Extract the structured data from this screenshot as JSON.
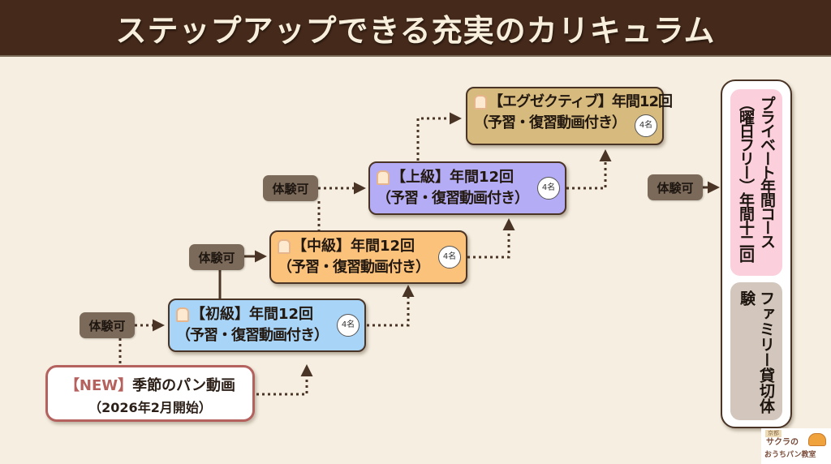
{
  "header": {
    "title": "ステップアップできる充実のカリキュラム"
  },
  "trial_label": "体験可",
  "new_course": {
    "prefix": "【NEW】",
    "title": "季節のパン動画",
    "subtitle": "（2026年2月開始）"
  },
  "courses": [
    {
      "level": "【初級】",
      "sessions": "年間12回",
      "note": "（予習・復習動画付き）",
      "capacity": "4名",
      "color": "#a8d4f7"
    },
    {
      "level": "【中級】",
      "sessions": "年間12回",
      "note": "（予習・復習動画付き）",
      "capacity": "4名",
      "color": "#fbc27c"
    },
    {
      "level": "【上級】",
      "sessions": "年間12回",
      "note": "（予習・復習動画付き）",
      "capacity": "4名",
      "color": "#b4adf5"
    },
    {
      "level": "【エグゼクティブ】",
      "sessions": "年間12回",
      "note": "（予習・復習動画付き）",
      "capacity": "4名",
      "color": "#d6ba7e"
    }
  ],
  "private_course": {
    "line1": "プライベート年間コース",
    "line2": "（曜日フリー）年間十二回",
    "color": "#fbcfdc"
  },
  "family_course": {
    "label": "ファミリー貸切体験",
    "color": "#d3c6bc"
  },
  "logo": {
    "region": "京都",
    "line1": "サクラの",
    "line2": "おうちパン教室"
  },
  "colors": {
    "header_bg": "#45291a",
    "page_bg": "#f6efe1",
    "connector": "#4a3426",
    "tag_bg": "#7b6a5a",
    "new_border": "#b5625f"
  }
}
